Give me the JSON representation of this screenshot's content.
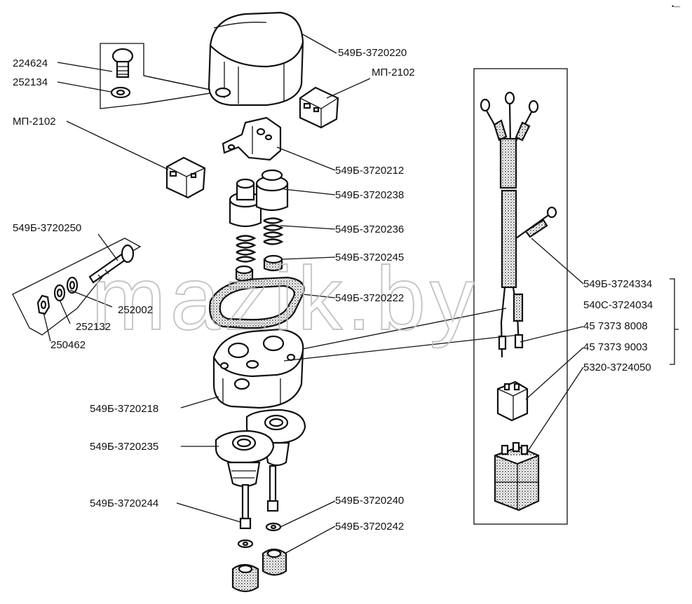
{
  "watermark": "mazik.by",
  "corner_mark": "•—",
  "labels": {
    "l224624": "224624",
    "l252134": "252134",
    "l3720220": "549Б-3720220",
    "lMP_top": "МП-2102",
    "lMP_left": "МП-2102",
    "l3720212": "549Б-3720212",
    "l3720238": "549Б-3720238",
    "l3720250": "549Б-3720250",
    "l3720236": "549Б-3720236",
    "l3720245": "549Б-3720245",
    "l3720222": "549Б-3720222",
    "l252002": "252002",
    "l252132": "252132",
    "l250462": "250462",
    "l3720218": "549Б-3720218",
    "l3720235": "549Б-3720235",
    "l3720244": "549Б-3720244",
    "l3720240": "549Б-3720240",
    "l3720242": "549Б-3720242",
    "l3724334": "549Б-3724334",
    "l3724034": "540С-3724034",
    "l8008": "45 7373 8008",
    "l9003": "45 7373 9003",
    "l3724050": "5320-3724050"
  }
}
